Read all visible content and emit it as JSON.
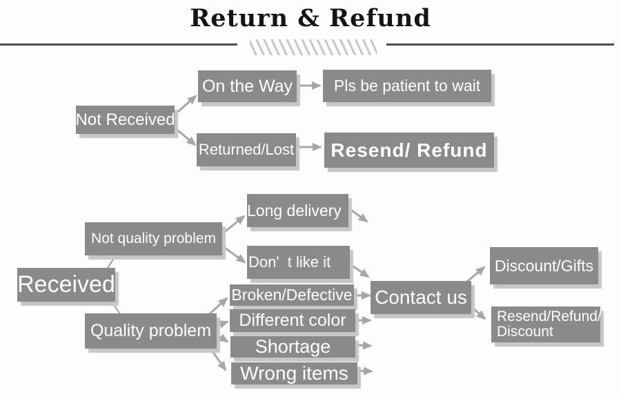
{
  "title": "Return & Refund",
  "nodes": {
    "not_received": "Not Received",
    "on_the_way": "On the Way",
    "pls_wait": "Pls be patient to wait",
    "returned_lost": "Returned/Lost",
    "resend_refund": "Resend/ Refund",
    "received": "Received",
    "not_quality_problem": "Not quality problem",
    "long_delivery": "Long delivery",
    "dont_like_it": "Don'  t like it",
    "quality_problem": "Quality problem",
    "broken_defective": "Broken/Defective",
    "different_color": "Different color",
    "shortage": "Shortage",
    "wrong_items": "Wrong items",
    "contact_us": "Contact us",
    "resend_refund_discount_line1": "Resend/Refund/",
    "resend_refund_discount_line2": "Discount",
    "discount_gifts": "Discount/Gifts"
  },
  "colors": {
    "box": "#8a8a8a",
    "box_text": "#ffffff",
    "box_shadow": "#c6c6c6",
    "arrow": "#a6a6a6",
    "title_text": "#151515",
    "rule": "#4d4d4d",
    "hatch": "#c7c7c7",
    "background": "#fdfdfd"
  }
}
